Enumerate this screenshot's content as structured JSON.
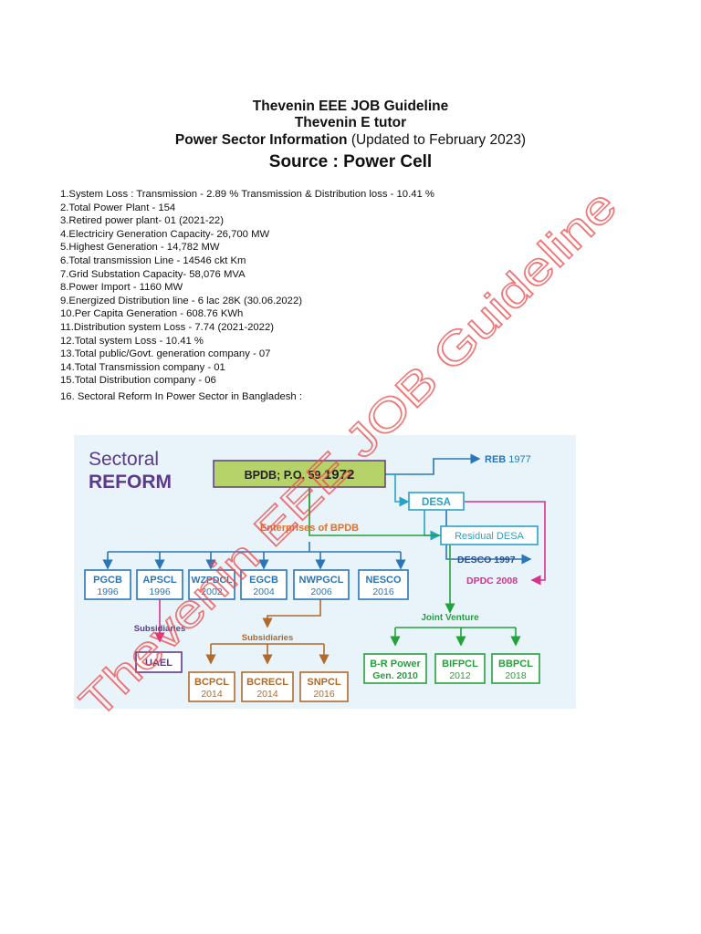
{
  "header": {
    "title": "Thevenin EEE JOB Guideline",
    "subtitle": "Thevenin E tutor",
    "info_bold": "Power Sector Information",
    "info_rest": " (Updated to February 2023)",
    "source": "Source : Power Cell"
  },
  "facts": [
    "1.System Loss : Transmission - 2.89 %  Transmission & Distribution loss - 10.41 %",
    "2.Total Power Plant - 154",
    "3.Retired power plant- 01 (2021-22)",
    "4.Electriciry Generation Capacity- 26,700 MW",
    "5.Highest Generation - 14,782 MW",
    "6.Total transmission Line - 14546 ckt Km",
    "7.Grid Substation Capacity- 58,076 MVA",
    "8.Power Import - 1160 MW",
    "9.Energized Distribution line - 6 lac 28K (30.06.2022)",
    "10.Per Capita Generation - 608.76 KWh",
    "11.Distribution system Loss - 7.74 (2021-2022)",
    "12.Total system Loss - 10.41 %",
    "13.Total public/Govt. generation company - 07",
    "14.Total  Transmission  company - 01",
    "15.Total Distribution company - 06",
    "16. Sectoral Reform In Power Sector in Bangladesh :"
  ],
  "diagram": {
    "heading_1": "Sectoral",
    "heading_2": "REFORM",
    "root_prefix": "BPDB; P.O. 59 ",
    "root_year": "1972",
    "enterprises": "Enterprises of BPDB",
    "reb": "REB",
    "reb_year": "1977",
    "desa": "DESA",
    "residual_desa": "Residual DESA",
    "desco": "DESCO 1997",
    "dpdc": "DPDC 2008",
    "companies": [
      {
        "name": "PGCB",
        "year": "1996"
      },
      {
        "name": "APSCL",
        "year": "1996"
      },
      {
        "name": "WZPDCL",
        "year": "2002"
      },
      {
        "name": "EGCB",
        "year": "2004"
      },
      {
        "name": "NWPGCL",
        "year": "2006"
      },
      {
        "name": "NESCO",
        "year": "2016"
      }
    ],
    "subsidiaries_label_1": "Subsidiaries",
    "uael": "UAEL",
    "subsidiaries_label_2": "Subsidiaries",
    "subsidiaries": [
      {
        "name": "BCPCL",
        "year": "2014"
      },
      {
        "name": "BCRECL",
        "year": "2014"
      },
      {
        "name": "SNPCL",
        "year": "2016"
      }
    ],
    "joint_venture": "Joint Venture",
    "joint_ventures": [
      {
        "name": "B-R Power",
        "year": "Gen. 2010"
      },
      {
        "name": "BIFPCL",
        "year": "2012"
      },
      {
        "name": "BBPCL",
        "year": "2018"
      }
    ],
    "colors": {
      "blue": "#2a76b8",
      "teal": "#27a3c8",
      "green": "#23a23c",
      "magenta": "#d8308c",
      "brown": "#b06a2c",
      "orange": "#e36f2a",
      "purple": "#5b3a8c",
      "root_fill": "#b6d36a",
      "background": "#e9f4fa"
    }
  },
  "watermark": "Thevenin EEE JOB Guideline"
}
